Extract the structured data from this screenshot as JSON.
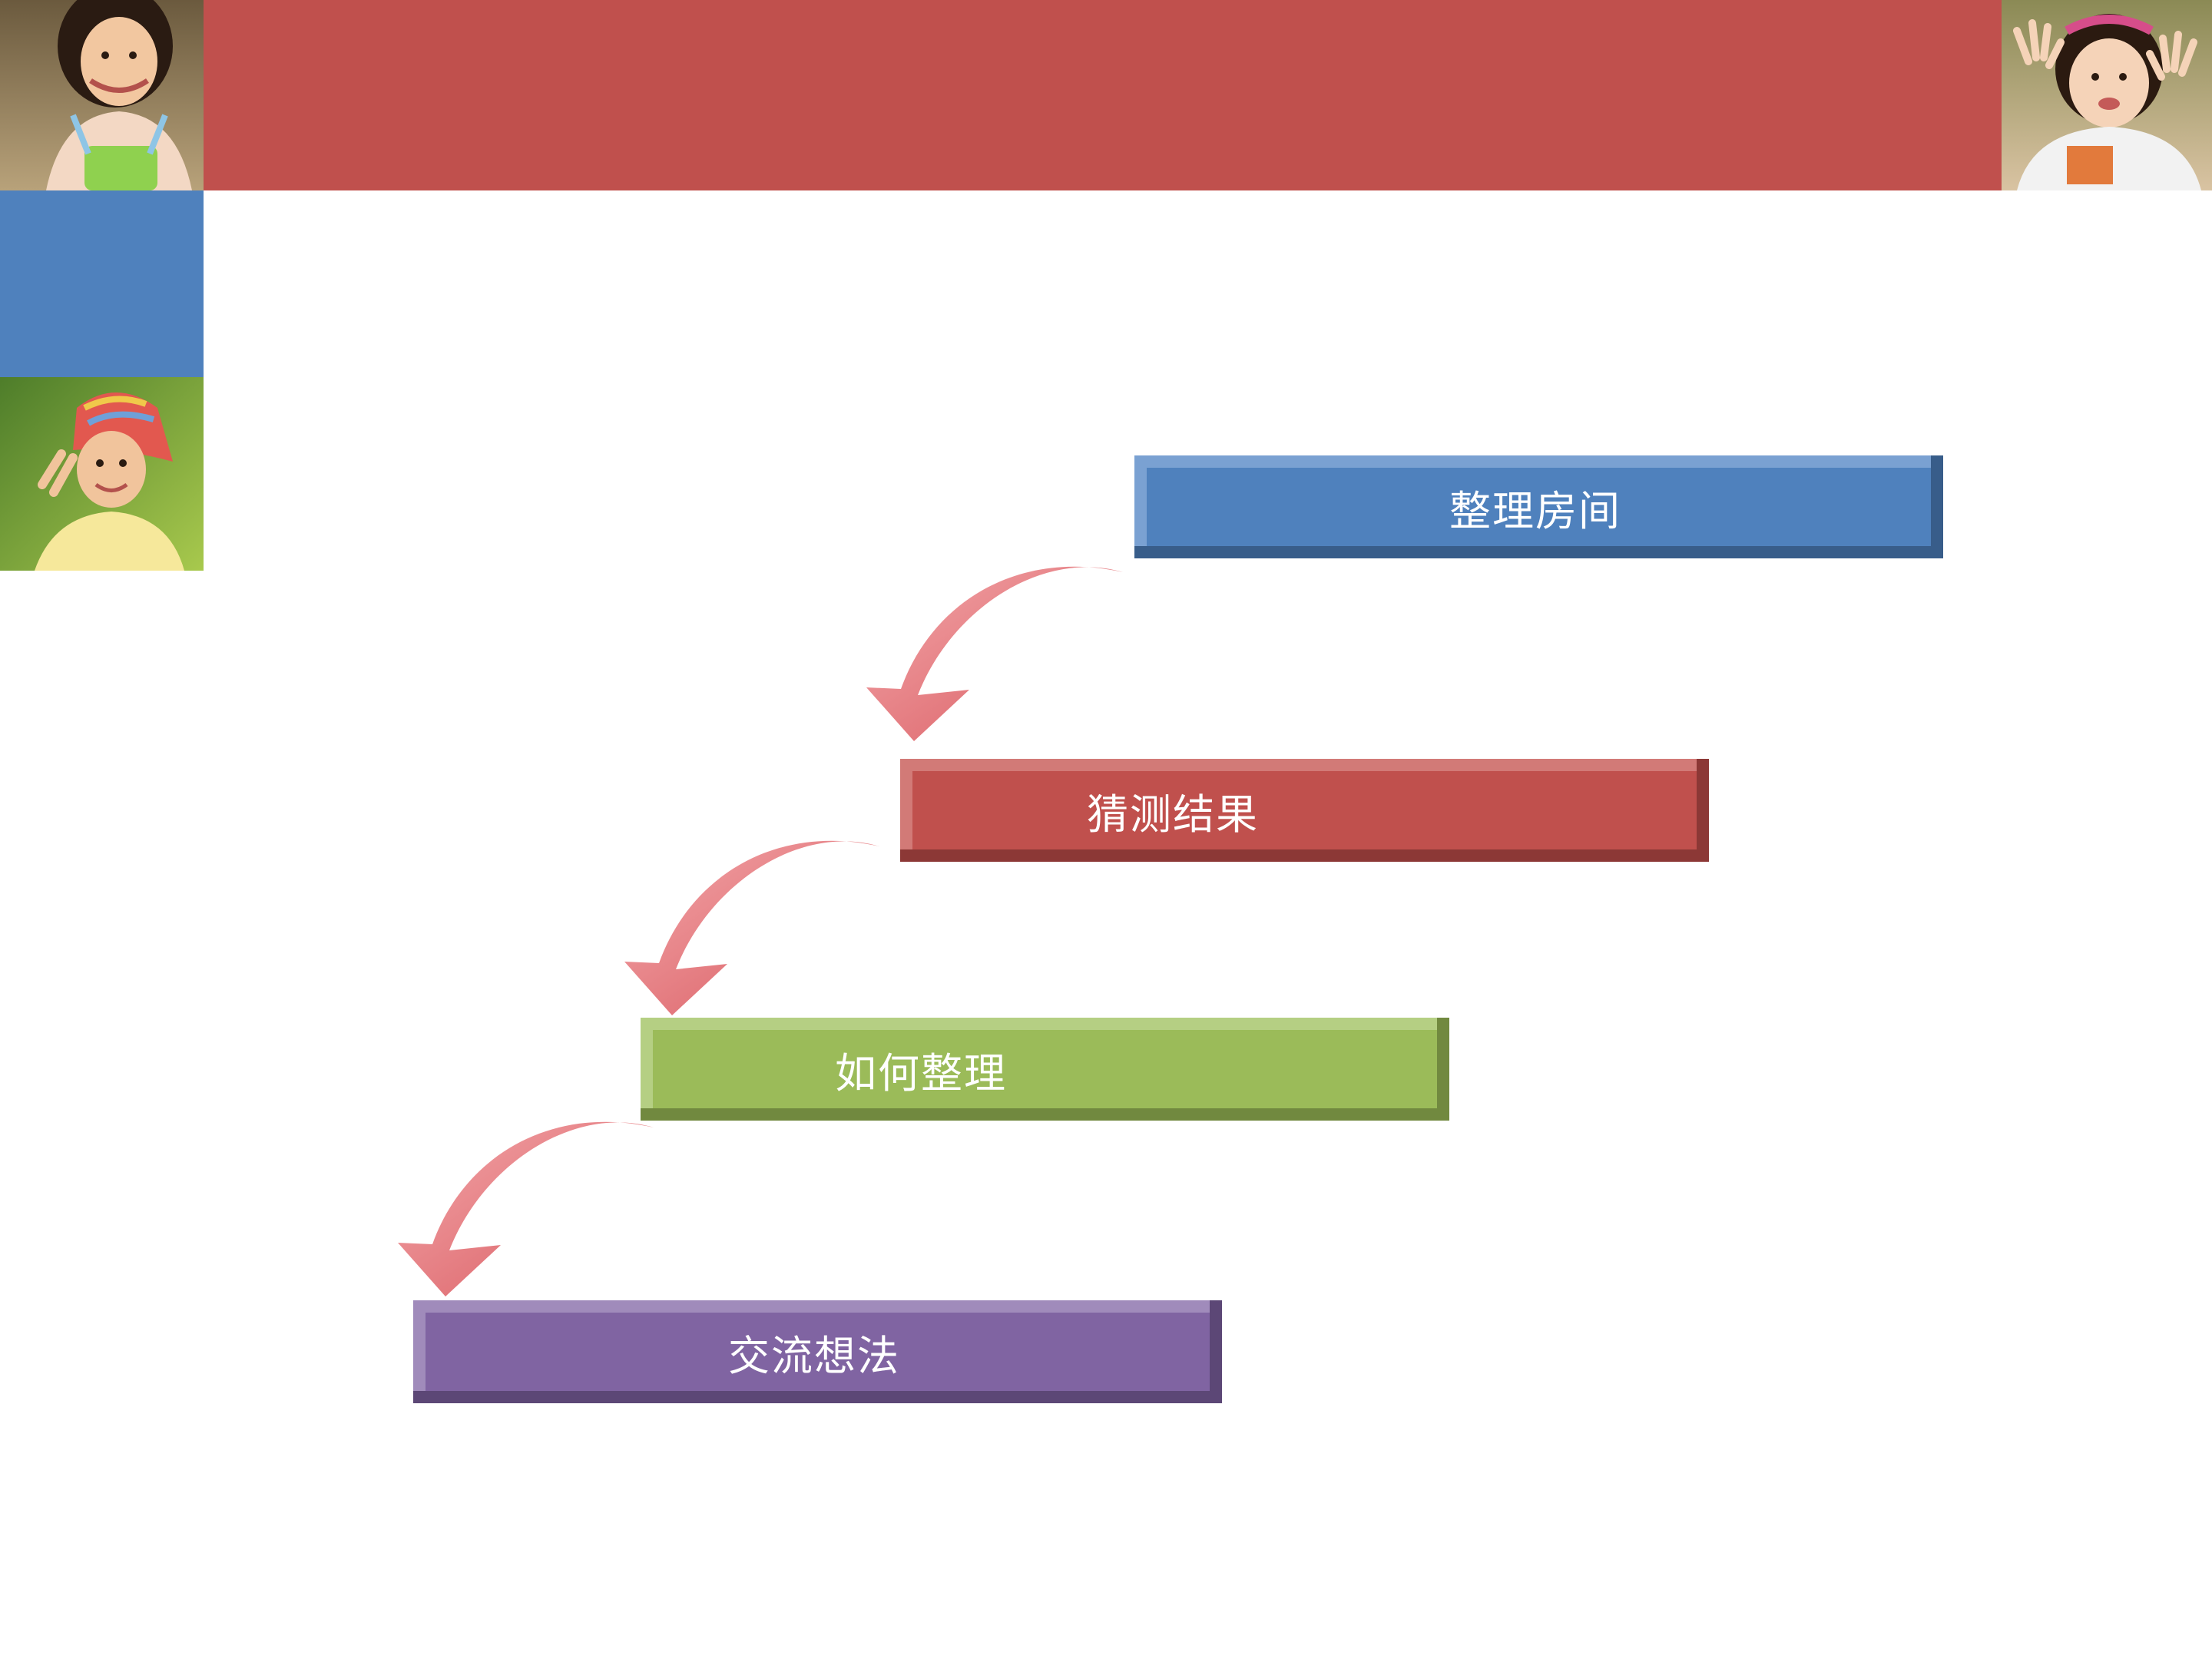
{
  "colors": {
    "header_band": "#c0504d",
    "side_tile": "#4f81bd",
    "arrow": "#e07a7e"
  },
  "steps": [
    {
      "label": "整理房间",
      "color": "#4f81bd",
      "light": "#7aa1d2",
      "dark": "#385d8a"
    },
    {
      "label": "猜测结果",
      "color": "#c0504d",
      "light": "#d27a77",
      "dark": "#8c3836"
    },
    {
      "label": "如何整理",
      "color": "#9bbb59",
      "light": "#b5cf83",
      "dark": "#71893f"
    },
    {
      "label": "交流想法",
      "color": "#8064a2",
      "light": "#a08bbb",
      "dark": "#5c4776"
    }
  ],
  "icons": [
    "curved-arrow-icon",
    "curved-arrow-icon",
    "curved-arrow-icon"
  ],
  "photos": [
    "girl-with-watering-can-photo",
    "girl-waving-hands-photo",
    "child-in-hat-photo"
  ]
}
